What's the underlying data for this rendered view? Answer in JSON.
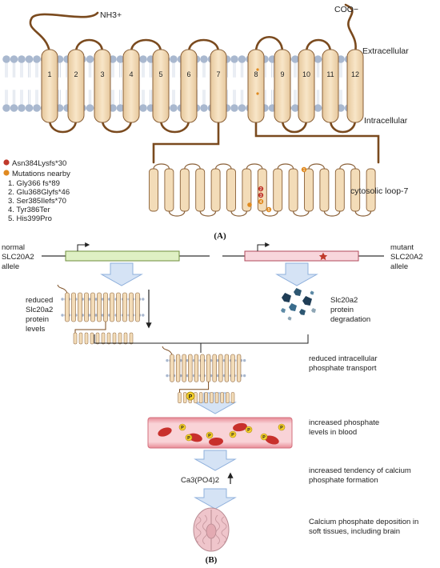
{
  "panel_a": {
    "n_terminus": "NH3+",
    "c_terminus": "COO−",
    "extracellular": "Extracellular",
    "intracellular": "Intracellular",
    "helices": [
      "1",
      "2",
      "3",
      "4",
      "5",
      "6",
      "7",
      "8",
      "9",
      "10",
      "11",
      "12"
    ],
    "loop_label": "cytosolic loop-7",
    "legend": {
      "main_mutation": "Asn384Lysfs*30",
      "nearby_heading": "Mutations nearby",
      "nearby": [
        "1.  Gly366 fs*89",
        "2.  Glu368Glyfs*46",
        "3.  Ser385Ilefs*70",
        "4.  Tyr386Ter",
        "5.  His399Pro"
      ]
    },
    "marker_numbers": [
      "1",
      "2",
      "3",
      "4",
      "5"
    ],
    "label": "(A)"
  },
  "panel_b": {
    "normal_allele": [
      "normal",
      "SLC20A2",
      "allele"
    ],
    "mutant_allele": [
      "mutant",
      "SLC20A2",
      "allele"
    ],
    "reduced_protein": [
      "reduced",
      "Slc20a2",
      "protein",
      "levels"
    ],
    "degradation": [
      "Slc20a2",
      "protein",
      "degradation"
    ],
    "reduced_transport": [
      "reduced intracellular",
      "phosphate transport"
    ],
    "phosphate_symbol": "P",
    "increased_phosphate": [
      "increased  phosphate",
      "levels  in blood"
    ],
    "ca_formula": "Ca3(PO4)2",
    "calcium_tendency": [
      "increased tendency  of  calcium",
      "phosphate formation"
    ],
    "deposition": [
      "Calcium phosphate deposition in",
      "soft tissues, including brain"
    ],
    "label": "(B)"
  },
  "colors": {
    "protein_fill": "#f3dcb8",
    "protein_stroke": "#8a6038",
    "chain": "#7a4a1e",
    "membrane_head": "#a9b8cf",
    "tail": "#c4cfdf",
    "mutation_red": "#c0392b",
    "mutation_orange": "#e08a20",
    "phosphate_yellow": "#f5d02a",
    "arrow_fill": "#d5e3f5",
    "vessel": "#f7c6cc",
    "rbc": "#c8302c"
  }
}
